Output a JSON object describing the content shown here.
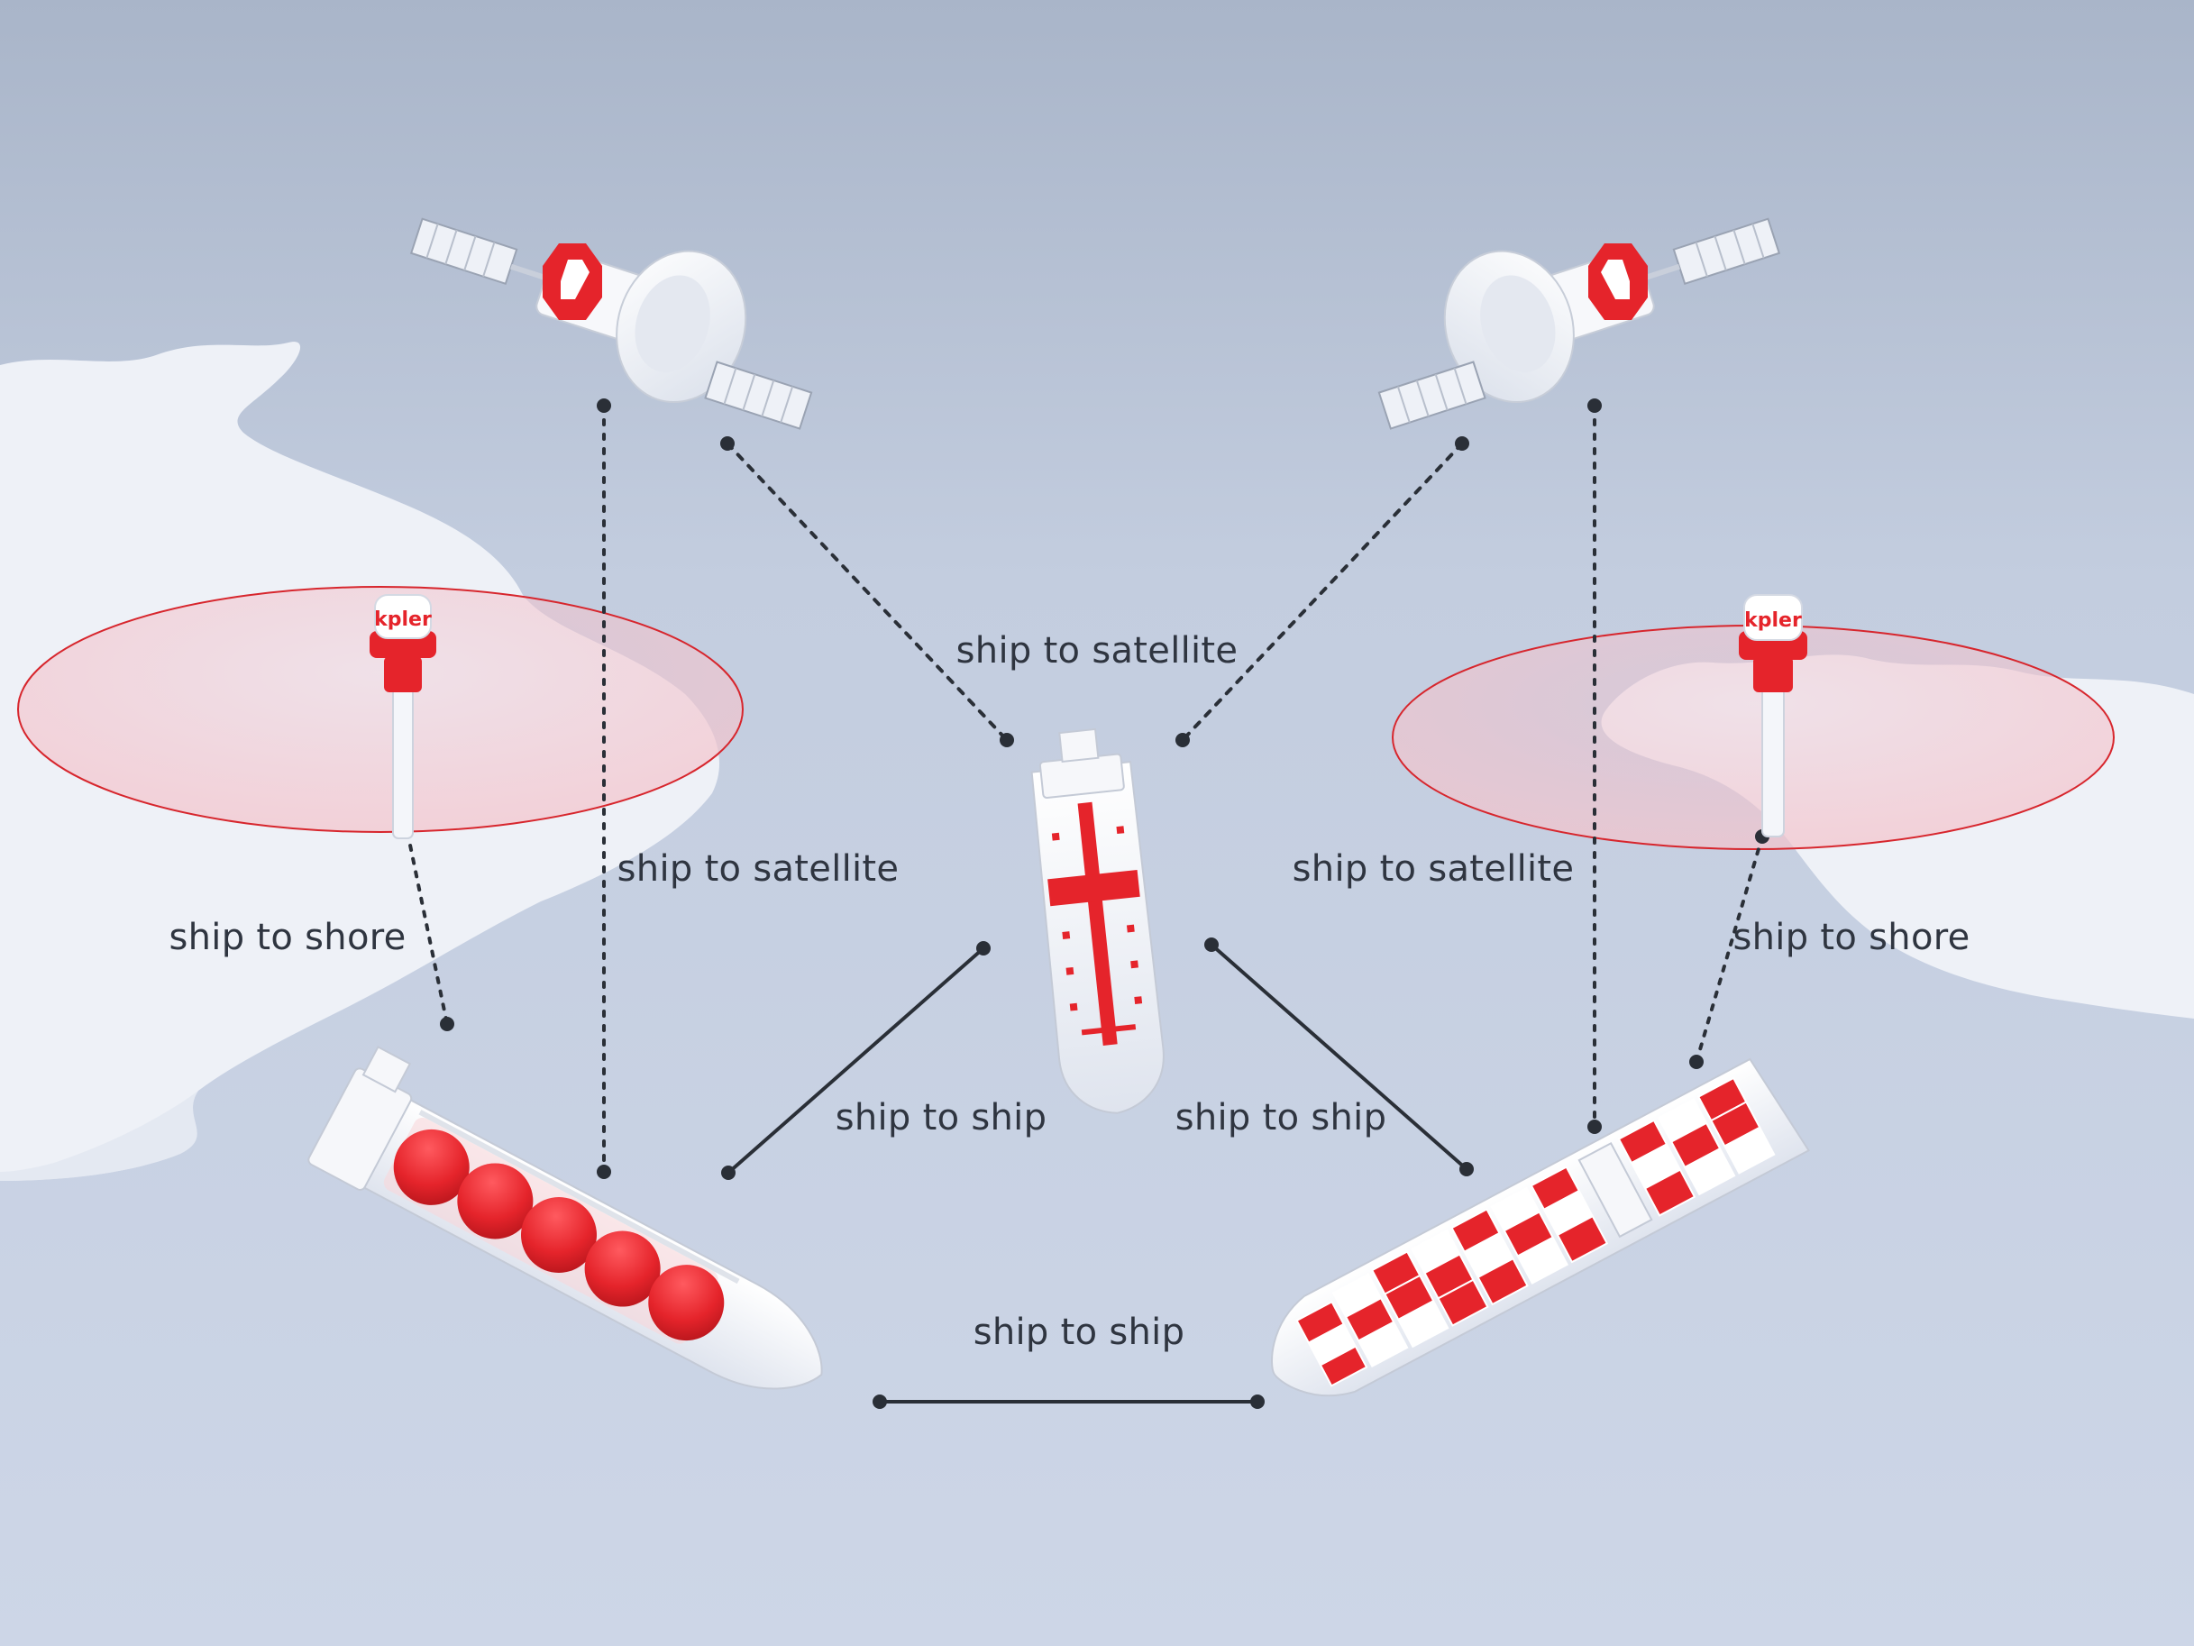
{
  "labels": {
    "sat_center": "ship to satellite",
    "sat_left": "ship to satellite",
    "sat_right": "ship to satellite",
    "shore_left": "ship to shore",
    "shore_right": "ship to shore",
    "ship_left": "ship to ship",
    "ship_right": "ship to ship",
    "ship_bottom": "ship to ship"
  },
  "beacons": {
    "brand": "kpler"
  },
  "colors": {
    "background_top": "#a9b5c9",
    "background_bottom": "#cdd6e7",
    "land": "#eef1f7",
    "accent": "#e5242b",
    "line": "#2a2f37",
    "zone_stroke": "#d7262d"
  },
  "icons": [
    "satellite-icon",
    "beacon-icon",
    "lng-tanker-icon",
    "oil-tanker-icon",
    "container-ship-icon"
  ]
}
